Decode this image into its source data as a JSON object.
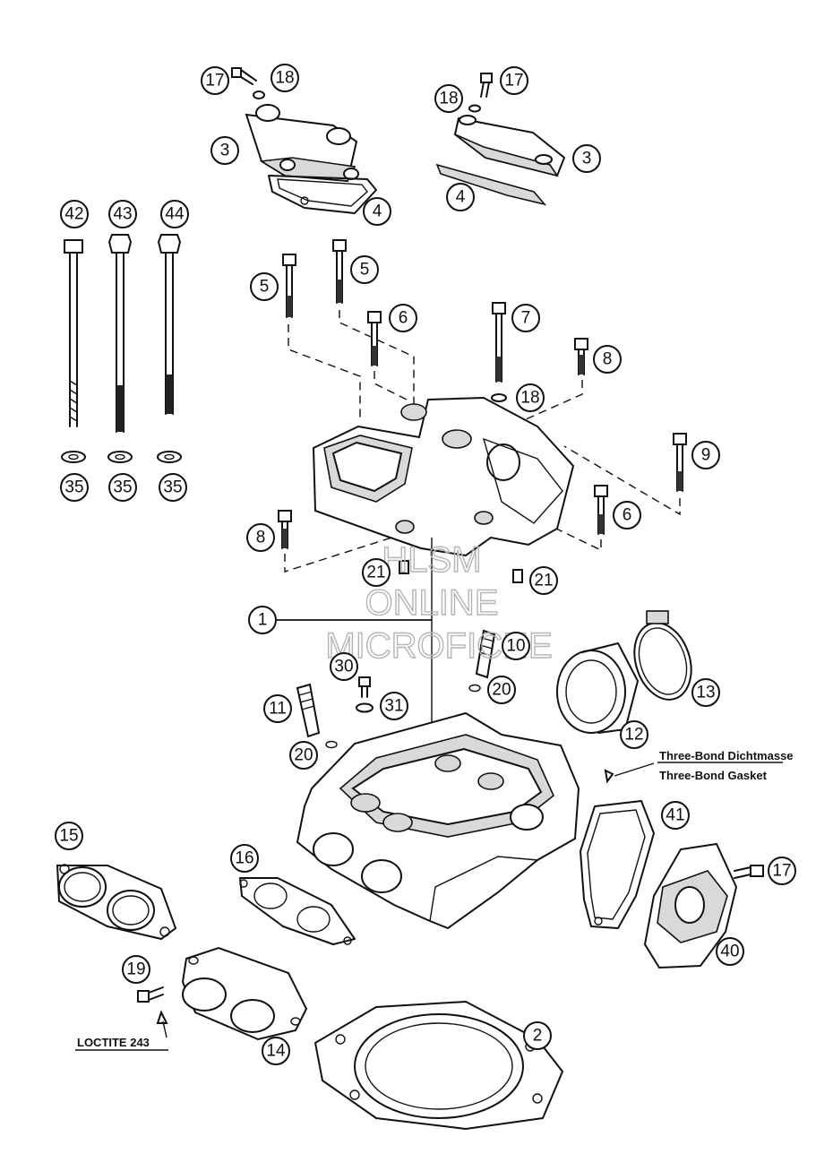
{
  "callouts": [
    "1",
    "2",
    "3",
    "4",
    "5",
    "6",
    "7",
    "8",
    "9",
    "10",
    "11",
    "12",
    "13",
    "14",
    "15",
    "16",
    "17",
    "18",
    "19",
    "20",
    "21",
    "30",
    "31",
    "35",
    "40",
    "41",
    "42",
    "43",
    "44"
  ],
  "notes": {
    "three_bond_dichtmasse": "Three-Bond Dichtmasse",
    "three_bond_gasket": "Three-Bond Gasket",
    "loctite": "LOCTITE 243"
  },
  "watermark": {
    "line1": "HLSM",
    "line2": "ONLINE",
    "line3": "MICROFICHE"
  }
}
